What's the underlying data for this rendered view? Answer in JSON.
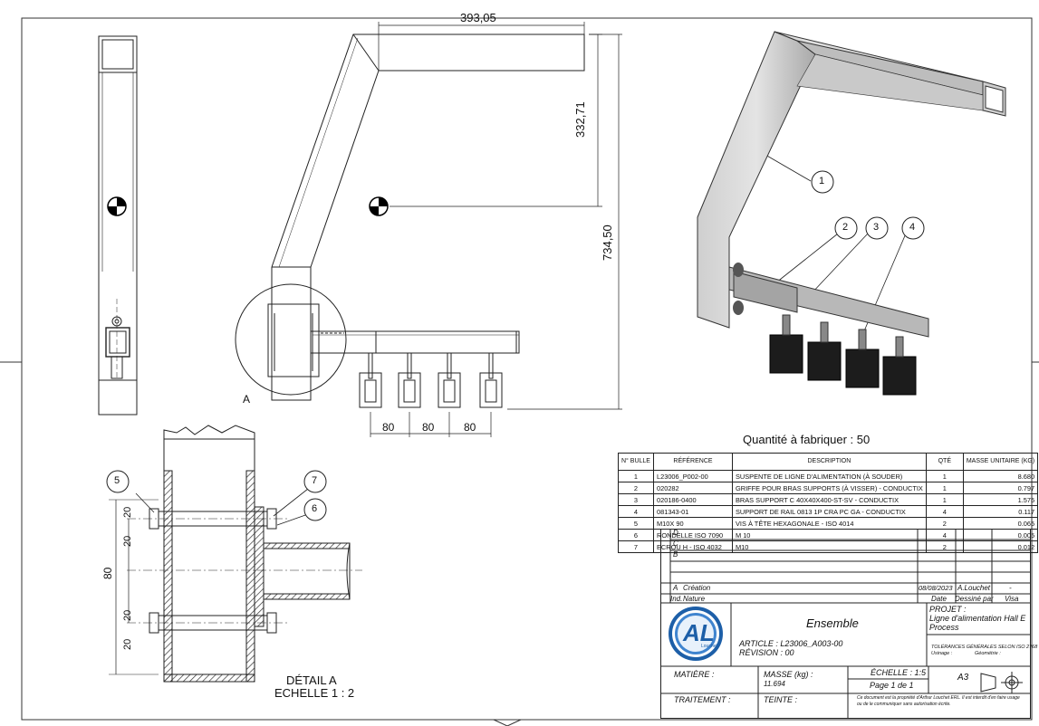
{
  "dimensions": {
    "top_width": "393,05",
    "upper_height": "332,71",
    "total_height": "734,50",
    "spacing_1": "80",
    "spacing_2": "80",
    "spacing_3": "80",
    "detail_80": "80",
    "detail_20_a": "20",
    "detail_20_b": "20",
    "detail_20_c": "20",
    "detail_20_d": "20"
  },
  "detail_marker": "A",
  "detail_title": "DÉTAIL A",
  "detail_scale": "ECHELLE 1 : 2",
  "balloons": [
    "1",
    "2",
    "3",
    "4",
    "5",
    "6",
    "7"
  ],
  "quantity_label": "Quantité à fabriquer : 50",
  "bom": {
    "headers": [
      "N° BULLE",
      "RÉFÉRENCE",
      "DESCRIPTION",
      "QTÉ",
      "MASSE UNITAIRE (KG)"
    ],
    "rows": [
      {
        "n": "1",
        "ref": "L23006_P002-00",
        "desc": "SUSPENTE DE LIGNE D'ALIMENTATION (À SOUDER)",
        "qty": "1",
        "mass": "8.680"
      },
      {
        "n": "2",
        "ref": "020282",
        "desc": "GRIFFE POUR BRAS SUPPORTS (À VISSER) - CONDUCTIX",
        "qty": "1",
        "mass": "0.797"
      },
      {
        "n": "3",
        "ref": "020186-0400",
        "desc": "BRAS SUPPORT C 40X40X400-ST-SV - CONDUCTIX",
        "qty": "1",
        "mass": "1.575"
      },
      {
        "n": "4",
        "ref": "081343-01",
        "desc": "SUPPORT DE RAIL 0813 1P CRA PC GA - CONDUCTIX",
        "qty": "4",
        "mass": "0.117"
      },
      {
        "n": "5",
        "ref": "M10X 90",
        "desc": "VIS À TÊTE HEXAGONALE - ISO 4014",
        "qty": "2",
        "mass": "0.065"
      },
      {
        "n": "6",
        "ref": "RONDELLE ISO 7090",
        "desc": "M 10",
        "qty": "4",
        "mass": "0.005"
      },
      {
        "n": "7",
        "ref": "ECROU H - ISO 4032",
        "desc": "M10",
        "qty": "2",
        "mass": "0.012"
      }
    ]
  },
  "title_block": {
    "rev_letters": [
      "D",
      "C",
      "B"
    ],
    "rev_a": "A",
    "creation": "Création",
    "date": "08/08/2023",
    "author": "A.Louchet",
    "visa_dash": "-",
    "col_ind": "Ind.",
    "col_nature": "Nature",
    "col_date": "Date",
    "col_drawn": "Dessiné par",
    "col_visa": "Visa",
    "logo_text": "AL",
    "logo_small": "Louchet",
    "name": "Ensemble",
    "article": "ARTICLE : L23006_A003-00",
    "revision": "RÉVISION : 00",
    "project_label": "PROJET :",
    "project_line1": "Ligne d'alimentation Hall E",
    "project_line2": "Process",
    "tolerances": "TOLÉRANCES GÉNÉRALES SELON ISO 2768",
    "usinage": "Usinage :",
    "geometrie": "Géométrie :",
    "material_label": "MATIÈRE :",
    "mass_label": "MASSE (kg) :",
    "mass_value": "11.694",
    "scale": "ÉCHELLE : 1:5",
    "page": "Page 1 de 1",
    "format": "A3",
    "treatment_label": "TRAITEMENT :",
    "tint_label": "TEINTE :",
    "notice": "Ce document est la propriété d'Arthur Louchet ERL. Il est interdit d'en faire usage ou de le communiquer sans autorisation écrite."
  }
}
